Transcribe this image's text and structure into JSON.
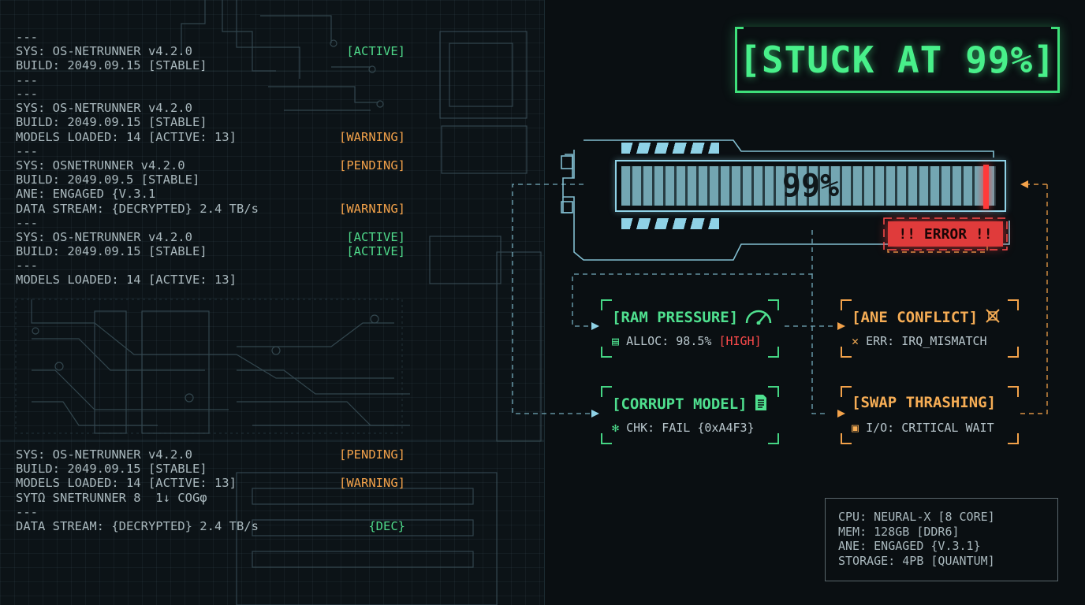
{
  "title": "[STUCK AT 99%]",
  "progress": {
    "value": 0.99,
    "label": "99%"
  },
  "error_label": "!! ERROR !!",
  "log_blocks": [
    {
      "rows": [
        {
          "text": "---",
          "tag": "",
          "tag_color": ""
        },
        {
          "text": "SYS: OS-NETRUNNER v4.2.0",
          "tag": "[ACTIVE]",
          "tag_color": "green"
        },
        {
          "text": "BUILD: 2049.09.15 [STABLE]",
          "tag": "",
          "tag_color": ""
        },
        {
          "text": "---",
          "tag": "",
          "tag_color": ""
        }
      ]
    },
    {
      "rows": [
        {
          "text": "---",
          "tag": "",
          "tag_color": ""
        },
        {
          "text": "SYS: OS-NETRUNNER v4.2.0",
          "tag": "",
          "tag_color": ""
        },
        {
          "text": "BUILD: 2049.09.15 [STABLE]",
          "tag": "",
          "tag_color": ""
        },
        {
          "text": "MODELS LOADED: 14 [ACTIVE: 13]",
          "tag": "[WARNING]",
          "tag_color": "orange"
        },
        {
          "text": "---",
          "tag": "",
          "tag_color": ""
        },
        {
          "text": "SYS: OSNETRUNNER v4.2.0",
          "tag": "[PENDING]",
          "tag_color": "orange"
        },
        {
          "text": "BUILD: 2049.09.5 [STABLE]",
          "tag": "",
          "tag_color": ""
        },
        {
          "text": "ANE: ENGAGED {V.3.1",
          "tag": "",
          "tag_color": ""
        },
        {
          "text": "DATA STREAM: {DECRYPTED} 2.4 TB/s",
          "tag": "[WARNING]",
          "tag_color": "orange"
        },
        {
          "text": "---",
          "tag": "",
          "tag_color": ""
        },
        {
          "text": "SYS: OS-NETRUNNER v4.2.0",
          "tag": "[ACTIVE]",
          "tag_color": "green"
        },
        {
          "text": "BUILD: 2049.09.15 [STABLE]",
          "tag": "[ACTIVE]",
          "tag_color": "green"
        },
        {
          "text": "---",
          "tag": "",
          "tag_color": ""
        },
        {
          "text": "MODELS LOADED: 14 [ACTIVE: 13]",
          "tag": "",
          "tag_color": ""
        }
      ]
    },
    {
      "rows": [
        {
          "text": "SYS: OS-NETRUNNER v4.2.0",
          "tag": "[PENDING]",
          "tag_color": "orange"
        },
        {
          "text": "BUILD: 2049.09.15 [STABLE]",
          "tag": "",
          "tag_color": ""
        },
        {
          "text": "MODELS LOADED: 14 [ACTIVE: 13]",
          "tag": "[WARNING]",
          "tag_color": "orange"
        },
        {
          "text": "SYTΩ SNETRUNNER 8  1↓ COGφ",
          "tag": "",
          "tag_color": ""
        },
        {
          "text": "---",
          "tag": "",
          "tag_color": ""
        },
        {
          "text": "DATA STREAM: {DECRYPTED} 2.4 TB/s",
          "tag": "{DEC}",
          "tag_color": "green"
        }
      ]
    }
  ],
  "cards": {
    "ram": {
      "title": "[RAM PRESSURE]",
      "sub_prefix": "ALLOC: 98.5% ",
      "sub_flag": "[HIGH]",
      "icon": "gauge-icon"
    },
    "ane": {
      "title": "[ANE CONFLICT]",
      "sub": "ERR: IRQ_MISMATCH",
      "icon": "conflict-icon"
    },
    "corrupt": {
      "title": "[CORRUPT MODEL]",
      "sub": "CHK: FAIL {0xA4F3}",
      "icon": "file-icon"
    },
    "swap": {
      "title": "[SWAP THRASHING]",
      "sub": "I/O: CRITICAL WAIT",
      "icon": "disk-icon"
    }
  },
  "specs": [
    "CPU: NEURAL-X [8 CORE]",
    "MEM: 128GB [DDR6]",
    "ANE: ENGAGED {V.3.1}",
    "STORAGE: 4PB [QUANTUM]"
  ],
  "colors": {
    "green": "#4fd98a",
    "orange": "#f3a24a",
    "red": "#ff4b4b",
    "cyan": "#8fd2e6"
  }
}
